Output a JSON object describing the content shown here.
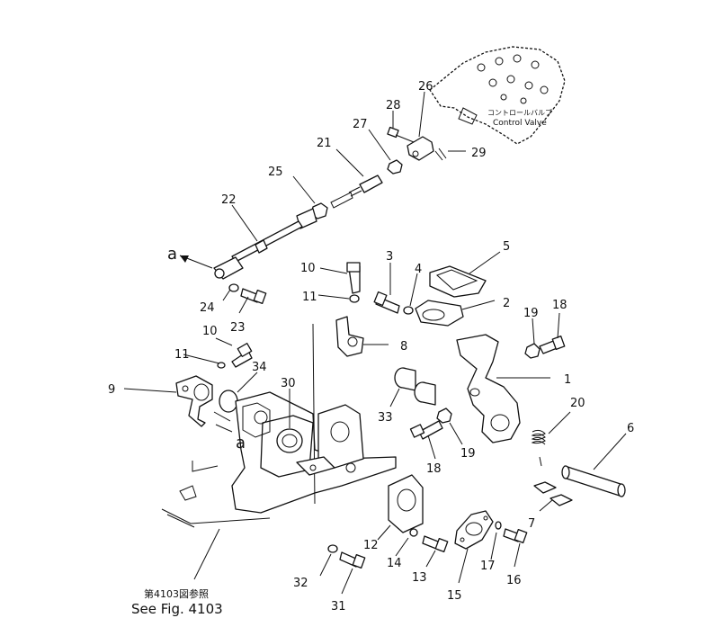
{
  "callouts": [
    {
      "id": "n1",
      "text": "1"
    },
    {
      "id": "n2",
      "text": "2"
    },
    {
      "id": "n3",
      "text": "3"
    },
    {
      "id": "n4",
      "text": "4"
    },
    {
      "id": "n5",
      "text": "5"
    },
    {
      "id": "n6",
      "text": "6"
    },
    {
      "id": "n7",
      "text": "7"
    },
    {
      "id": "n8",
      "text": "8"
    },
    {
      "id": "n9",
      "text": "9"
    },
    {
      "id": "n10a",
      "text": "10"
    },
    {
      "id": "n10b",
      "text": "10"
    },
    {
      "id": "n11a",
      "text": "11"
    },
    {
      "id": "n11b",
      "text": "11"
    },
    {
      "id": "n12",
      "text": "12"
    },
    {
      "id": "n13",
      "text": "13"
    },
    {
      "id": "n14",
      "text": "14"
    },
    {
      "id": "n15",
      "text": "15"
    },
    {
      "id": "n16",
      "text": "16"
    },
    {
      "id": "n17",
      "text": "17"
    },
    {
      "id": "n18a",
      "text": "18"
    },
    {
      "id": "n18b",
      "text": "18"
    },
    {
      "id": "n19a",
      "text": "19"
    },
    {
      "id": "n19b",
      "text": "19"
    },
    {
      "id": "n20",
      "text": "20"
    },
    {
      "id": "n21",
      "text": "21"
    },
    {
      "id": "n22",
      "text": "22"
    },
    {
      "id": "n23",
      "text": "23"
    },
    {
      "id": "n24",
      "text": "24"
    },
    {
      "id": "n25",
      "text": "25"
    },
    {
      "id": "n26",
      "text": "26"
    },
    {
      "id": "n27",
      "text": "27"
    },
    {
      "id": "n28",
      "text": "28"
    },
    {
      "id": "n29",
      "text": "29"
    },
    {
      "id": "n30",
      "text": "30"
    },
    {
      "id": "n31",
      "text": "31"
    },
    {
      "id": "n32",
      "text": "32"
    },
    {
      "id": "n33",
      "text": "33"
    },
    {
      "id": "n34",
      "text": "34"
    }
  ],
  "marker_a": "a",
  "control_valve_jp": "コントロールバルブ",
  "control_valve_en": "Control Valve",
  "ref_jp": "第4103図参照",
  "ref_en": "See Fig. 4103"
}
